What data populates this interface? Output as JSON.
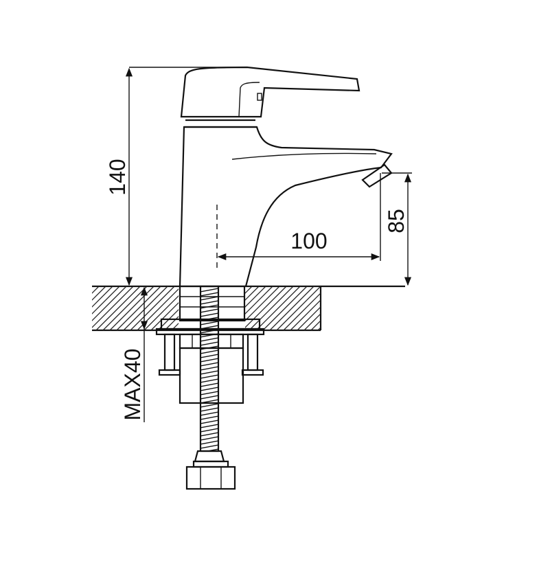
{
  "dimensions": {
    "height_total": "140",
    "spout_reach": "100",
    "spout_height": "85",
    "max_counter_thickness": "MAX40"
  },
  "colors": {
    "line": "#111111",
    "background": "#ffffff"
  }
}
